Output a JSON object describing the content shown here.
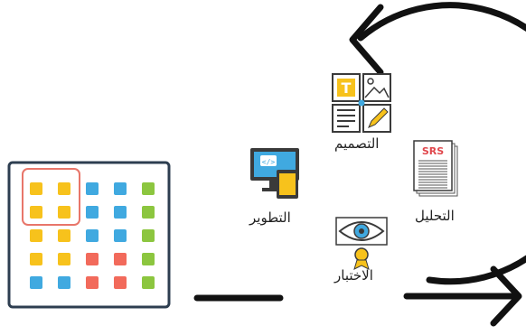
{
  "diagram": {
    "stages": {
      "design": {
        "label": "التصميم",
        "icon": "design-tools-icon"
      },
      "analysis": {
        "label": "التحليل",
        "icon": "srs-document-icon",
        "doc_title": "SRS"
      },
      "development": {
        "label": "التطوير",
        "icon": "devices-code-icon",
        "code_glyph": "</>"
      },
      "testing": {
        "label": "الاختبار",
        "icon": "eye-badge-icon"
      }
    },
    "backlog_board": {
      "icon": "backlog-board-icon",
      "rows": [
        [
          "#f7c21c",
          "#f7c21c",
          "#40a9e0",
          "#40a9e0",
          "#8cc63f"
        ],
        [
          "#f7c21c",
          "#f7c21c",
          "#40a9e0",
          "#40a9e0",
          "#8cc63f"
        ],
        [
          "#f7c21c",
          "#f7c21c",
          "#40a9e0",
          "#40a9e0",
          "#8cc63f"
        ],
        [
          "#f7c21c",
          "#f7c21c",
          "#f26a5b",
          "#f26a5b",
          "#8cc63f"
        ],
        [
          "#40a9e0",
          "#40a9e0",
          "#f26a5b",
          "#f26a5b",
          "#8cc63f"
        ]
      ],
      "highlight_color": "#e8766a"
    },
    "colors": {
      "stroke": "#111111",
      "icon_dark": "#3a3a3a",
      "accent_yellow": "#f7c21c",
      "accent_blue": "#40a9e0",
      "srs_red": "#e0474c"
    }
  }
}
